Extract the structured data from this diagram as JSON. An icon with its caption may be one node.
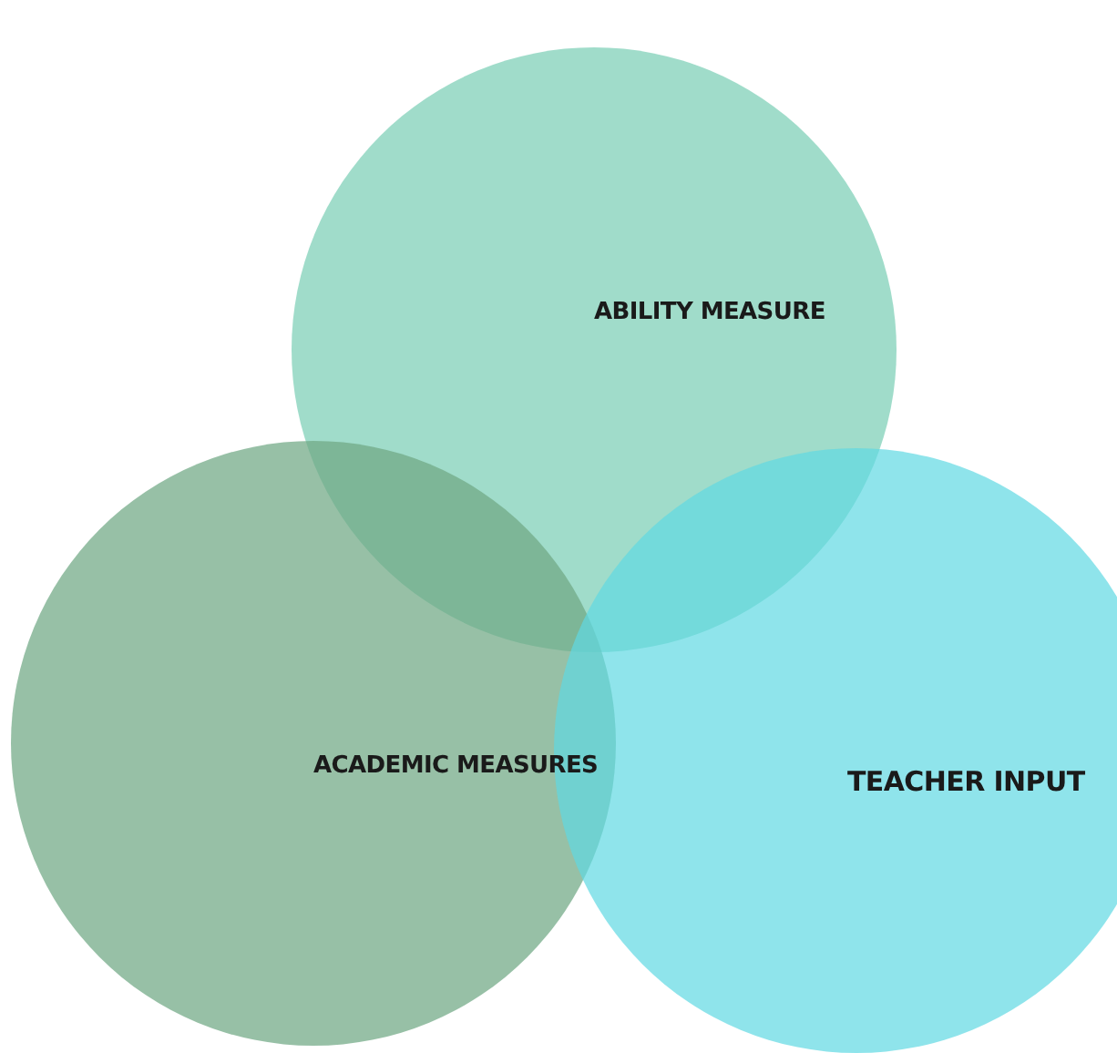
{
  "diagram": {
    "nodes": [
      {
        "text": [
          "ABILITY MEASURE"
        ]
      },
      {
        "text": [
          "ACADEMIC MEASURES"
        ]
      },
      {
        "text": [
          "TEACHER INPUT"
        ]
      }
    ]
  }
}
